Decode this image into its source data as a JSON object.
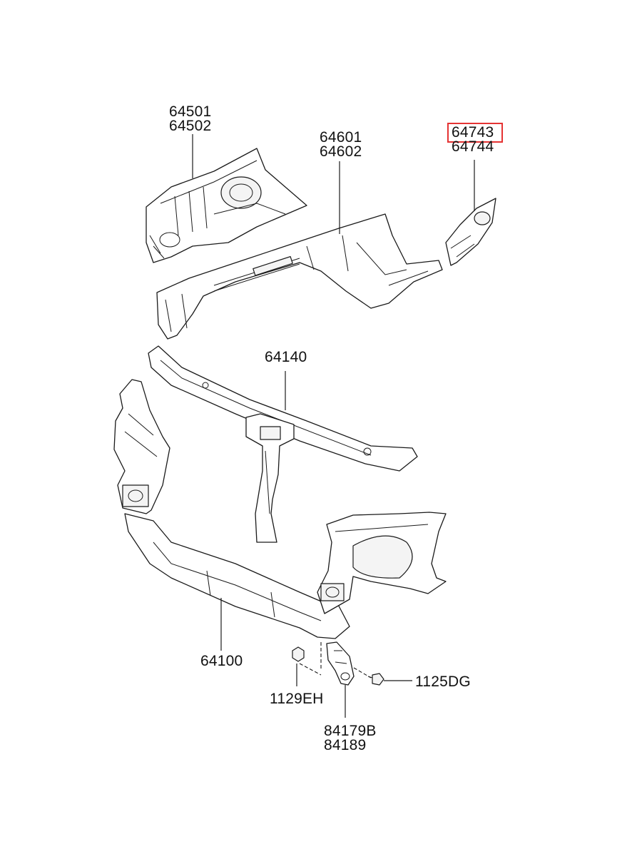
{
  "callouts": [
    {
      "id": "c1",
      "lines": [
        "64501",
        "64502"
      ],
      "highlighted": false
    },
    {
      "id": "c2",
      "lines": [
        "64601",
        "64602"
      ],
      "highlighted": false
    },
    {
      "id": "c3",
      "lines": [
        "64743",
        "64744"
      ],
      "highlighted": true
    },
    {
      "id": "c4",
      "lines": [
        "64140"
      ],
      "highlighted": false
    },
    {
      "id": "c5",
      "lines": [
        "64100"
      ],
      "highlighted": false
    },
    {
      "id": "c6",
      "lines": [
        "1129EH"
      ],
      "highlighted": false
    },
    {
      "id": "c7",
      "lines": [
        "1125DG"
      ],
      "highlighted": false
    },
    {
      "id": "c8",
      "lines": [
        "84179B",
        "84189"
      ],
      "highlighted": false
    }
  ],
  "colors": {
    "highlight": "#e53333",
    "ink": "#1a1a1a",
    "background": "#ffffff"
  }
}
